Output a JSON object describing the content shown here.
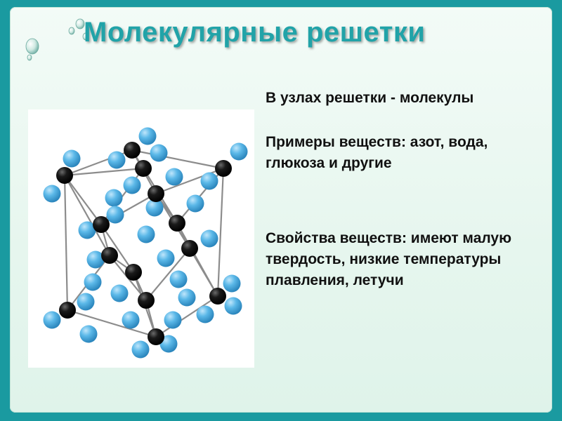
{
  "slide": {
    "title": "Молекулярные решетки",
    "paragraphs": [
      "В узлах решетки - молекулы",
      "Примеры веществ: азот, вода, глюкоза и другие",
      "Свойства веществ: имеют малую твердость, низкие температуры плавления, летучи"
    ]
  },
  "image": {
    "subject": "molecular crystal lattice model",
    "colors": {
      "rods": "#8a8a8a",
      "dark_spheres": "#111111",
      "light_spheres": "#5bb8e8"
    }
  },
  "theme": {
    "frame": "#1a9aa0",
    "title_color": "#21a3a8",
    "background": "#e6f6ee"
  }
}
